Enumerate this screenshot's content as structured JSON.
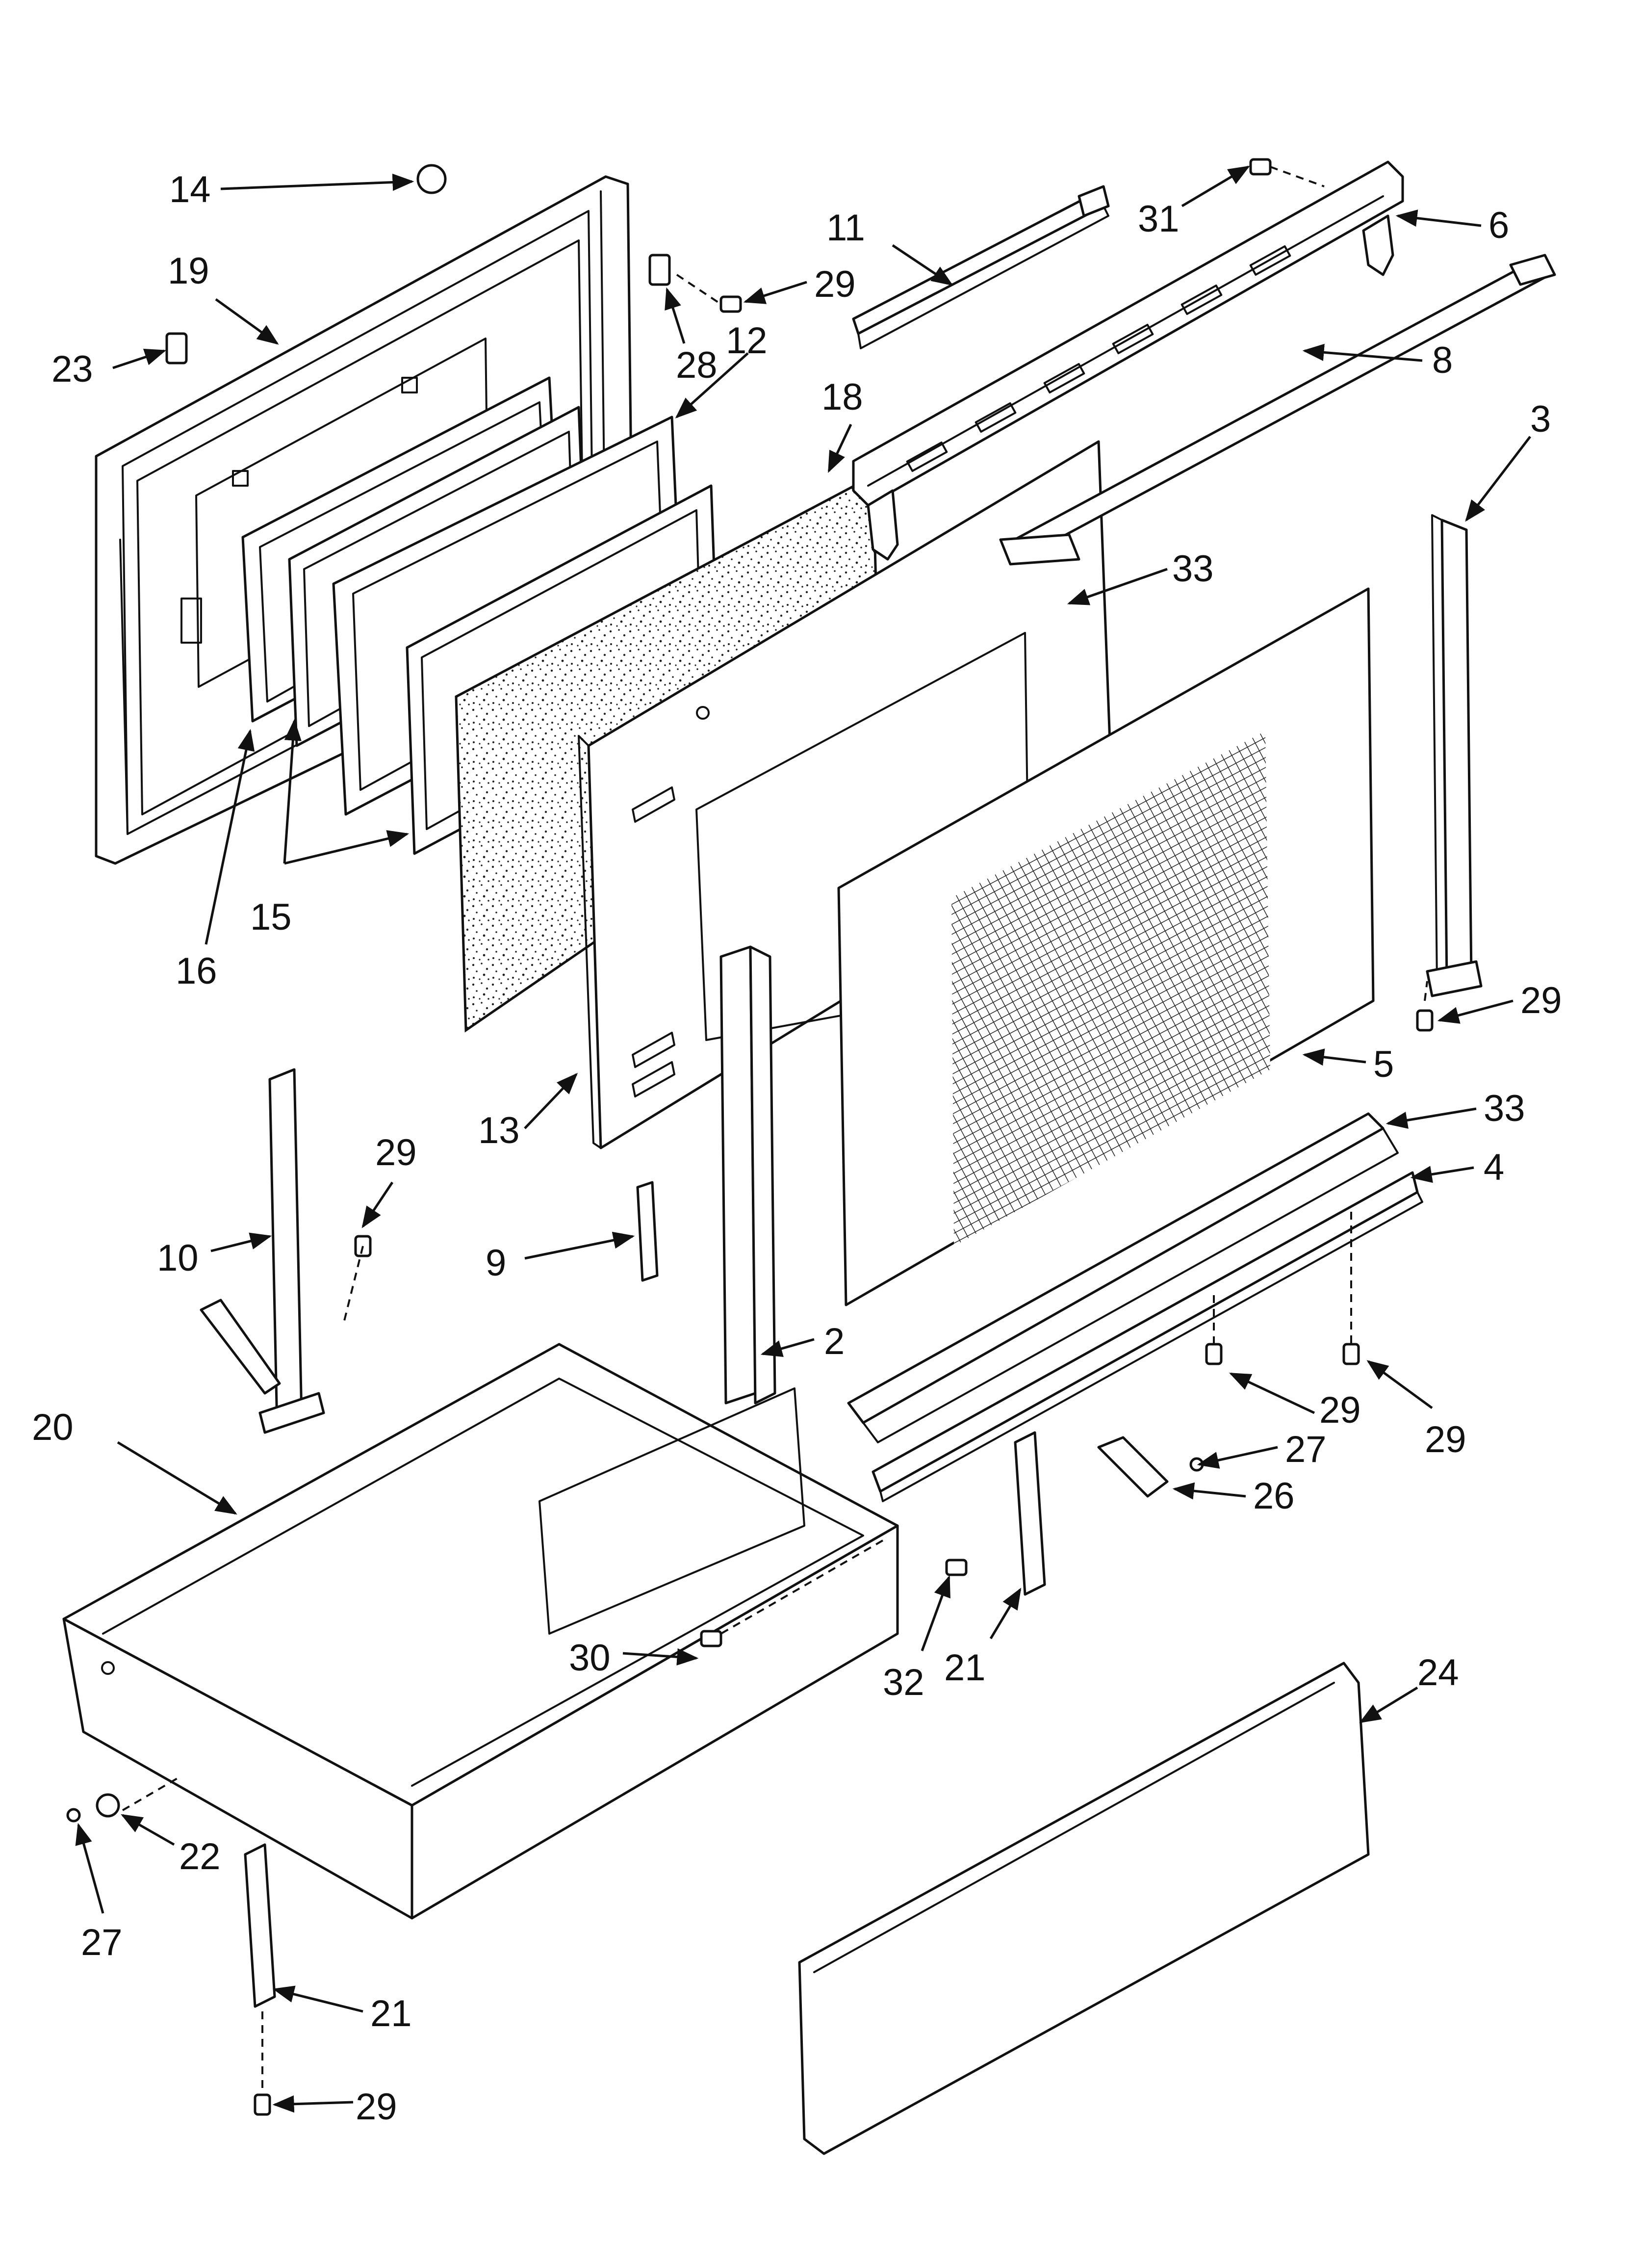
{
  "callouts": [
    {
      "id": "c14",
      "label": "14"
    },
    {
      "id": "c19",
      "label": "19"
    },
    {
      "id": "c23",
      "label": "23"
    },
    {
      "id": "c28",
      "label": "28"
    },
    {
      "id": "c29a",
      "label": "29"
    },
    {
      "id": "c12",
      "label": "12"
    },
    {
      "id": "c11",
      "label": "11"
    },
    {
      "id": "c31",
      "label": "31"
    },
    {
      "id": "c6",
      "label": "6"
    },
    {
      "id": "c8",
      "label": "8"
    },
    {
      "id": "c18",
      "label": "18"
    },
    {
      "id": "c3",
      "label": "3"
    },
    {
      "id": "c33a",
      "label": "33"
    },
    {
      "id": "c16",
      "label": "16"
    },
    {
      "id": "c15",
      "label": "15"
    },
    {
      "id": "c29b",
      "label": "29"
    },
    {
      "id": "c5",
      "label": "5"
    },
    {
      "id": "c13",
      "label": "13"
    },
    {
      "id": "c33b",
      "label": "33"
    },
    {
      "id": "c4",
      "label": "4"
    },
    {
      "id": "c29c",
      "label": "29"
    },
    {
      "id": "c10",
      "label": "10"
    },
    {
      "id": "c9",
      "label": "9"
    },
    {
      "id": "c2",
      "label": "2"
    },
    {
      "id": "c20",
      "label": "20"
    },
    {
      "id": "c29d",
      "label": "29"
    },
    {
      "id": "c29e",
      "label": "29"
    },
    {
      "id": "c27a",
      "label": "27"
    },
    {
      "id": "c26",
      "label": "26"
    },
    {
      "id": "c30",
      "label": "30"
    },
    {
      "id": "c32",
      "label": "32"
    },
    {
      "id": "c21a",
      "label": "21"
    },
    {
      "id": "c24",
      "label": "24"
    },
    {
      "id": "c22",
      "label": "22"
    },
    {
      "id": "c27b",
      "label": "27"
    },
    {
      "id": "c21b",
      "label": "21"
    },
    {
      "id": "c29f",
      "label": "29"
    }
  ]
}
